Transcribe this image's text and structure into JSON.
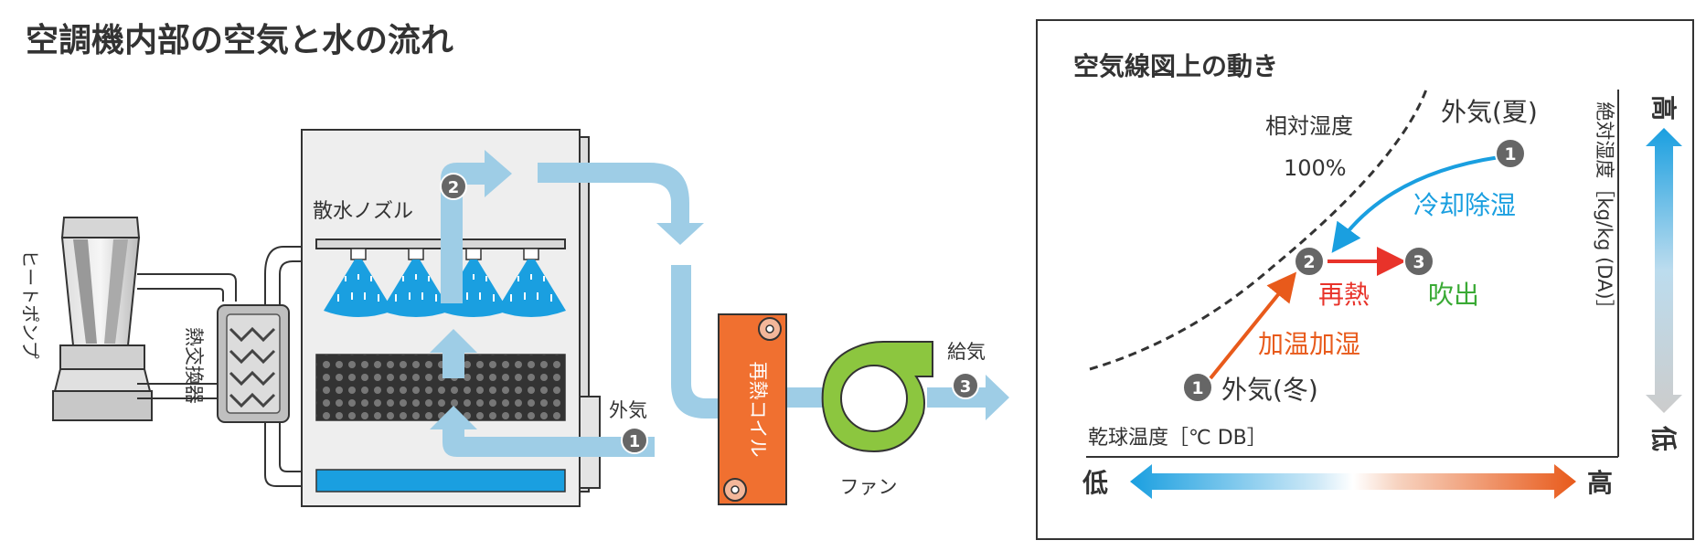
{
  "left_diagram": {
    "title": "空調機内部の空気と水の流れ",
    "heat_pump_label": "ヒートポンプ",
    "heat_exchanger_label": "熱交換器",
    "nozzle_label": "散水ノズル",
    "outside_air_label": "外気",
    "reheat_coil_label": "再熱コイル",
    "fan_label": "ファン",
    "supply_air_label": "給気",
    "step_badges": [
      "1",
      "2",
      "3"
    ]
  },
  "psychrometric_chart": {
    "title": "空気線図上の動き",
    "rh_label_line1": "相対湿度",
    "rh_label_line2": "100%",
    "summer_label": "外気(夏)",
    "winter_label": "外気(冬)",
    "cooling_label": "冷却除湿",
    "heating_humidify_label": "加温加湿",
    "reheat_label": "再熱",
    "outlet_label": "吹出",
    "x_axis_label": "乾球温度［℃ DB］",
    "y_axis_label": "絶対湿度［kg/kg (DA)］",
    "low_label": "低",
    "high_label": "高",
    "colors": {
      "cooling": "#1a9fe0",
      "heating": "#e85a1b",
      "reheat": "#e8332a",
      "outlet": "#3aaa35"
    }
  },
  "colors": {
    "air_flow": "#9ecde6",
    "water": "#1a9fe0",
    "reheat_coil": "#f07030",
    "fan": "#8cc63f",
    "badge": "#666666"
  }
}
